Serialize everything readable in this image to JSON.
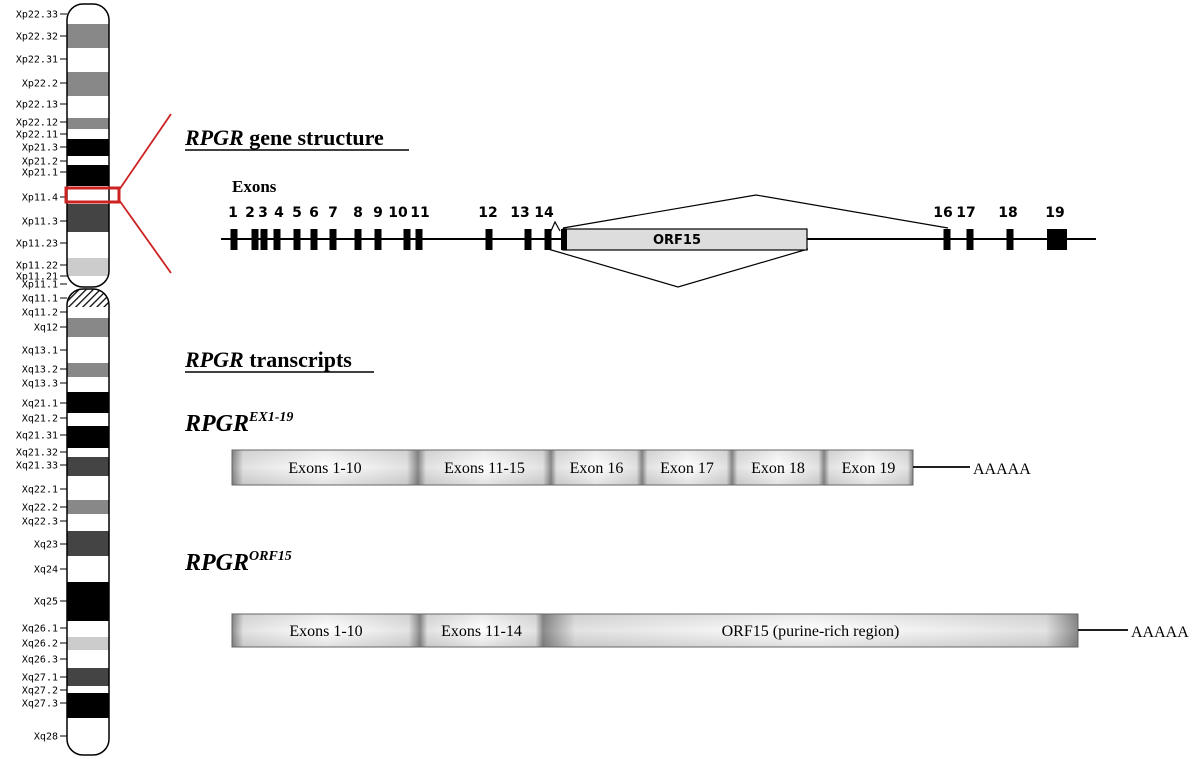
{
  "chromosome": {
    "bands": [
      {
        "label": "Xp22.33",
        "shade": "#ffffff"
      },
      {
        "label": "Xp22.32",
        "shade": "#888888"
      },
      {
        "label": "Xp22.31",
        "shade": "#ffffff"
      },
      {
        "label": "Xp22.2",
        "shade": "#888888"
      },
      {
        "label": "Xp22.13",
        "shade": "#ffffff"
      },
      {
        "label": "Xp22.12",
        "shade": "#888888"
      },
      {
        "label": "Xp22.11",
        "shade": "#ffffff"
      },
      {
        "label": "Xp21.3",
        "shade": "#000000"
      },
      {
        "label": "Xp21.2",
        "shade": "#ffffff"
      },
      {
        "label": "Xp21.1",
        "shade": "#000000"
      },
      {
        "label": "Xp11.4",
        "shade": "#ffffff"
      },
      {
        "label": "Xp11.3",
        "shade": "#444444"
      },
      {
        "label": "Xp11.23",
        "shade": "#ffffff"
      },
      {
        "label": "Xp11.22",
        "shade": "#cccccc"
      },
      {
        "label": "Xp11.21",
        "shade": "#ffffff"
      },
      {
        "label": "Xp11.1",
        "shade": "#ffffff"
      },
      {
        "label": "Xq11.1",
        "shade": "hatch"
      },
      {
        "label": "Xq11.2",
        "shade": "#ffffff"
      },
      {
        "label": "Xq12",
        "shade": "#888888"
      },
      {
        "label": "Xq13.1",
        "shade": "#ffffff"
      },
      {
        "label": "Xq13.2",
        "shade": "#888888"
      },
      {
        "label": "Xq13.3",
        "shade": "#ffffff"
      },
      {
        "label": "Xq21.1",
        "shade": "#000000"
      },
      {
        "label": "Xq21.2",
        "shade": "#ffffff"
      },
      {
        "label": "Xq21.31",
        "shade": "#000000"
      },
      {
        "label": "Xq21.32",
        "shade": "#ffffff"
      },
      {
        "label": "Xq21.33",
        "shade": "#444444"
      },
      {
        "label": "Xq22.1",
        "shade": "#ffffff"
      },
      {
        "label": "Xq22.2",
        "shade": "#888888"
      },
      {
        "label": "Xq22.3",
        "shade": "#ffffff"
      },
      {
        "label": "Xq23",
        "shade": "#444444"
      },
      {
        "label": "Xq24",
        "shade": "#ffffff"
      },
      {
        "label": "Xq25",
        "shade": "#000000"
      },
      {
        "label": "Xq26.1",
        "shade": "#ffffff"
      },
      {
        "label": "Xq26.2",
        "shade": "#cccccc"
      },
      {
        "label": "Xq26.3",
        "shade": "#ffffff"
      },
      {
        "label": "Xq27.1",
        "shade": "#444444"
      },
      {
        "label": "Xq27.2",
        "shade": "#ffffff"
      },
      {
        "label": "Xq27.3",
        "shade": "#000000"
      },
      {
        "label": "Xq28",
        "shade": "#ffffff"
      }
    ],
    "highlight_band": "Xp11.4",
    "highlight_color": "#cc2222"
  },
  "gene": {
    "title_italic": "RPGR",
    "title_rest": " gene structure",
    "exons_title": "Exons",
    "exon_numbers": [
      "1",
      "2",
      "3",
      "4",
      "5",
      "6",
      "7",
      "8",
      "9",
      "10",
      "11",
      "12",
      "13",
      "14",
      "16",
      "17",
      "18",
      "19"
    ],
    "orf_label": "ORF15"
  },
  "transcripts": {
    "title_italic": "RPGR",
    "title_rest": " transcripts",
    "items": [
      {
        "name": "RPGR",
        "superscript": "EX1-19",
        "segments": [
          "Exons 1-10",
          "Exons 11-15",
          "Exon 16",
          "Exon 17",
          "Exon 18",
          "Exon 19"
        ],
        "tail": "AAAAA"
      },
      {
        "name": "RPGR",
        "superscript": "ORF15",
        "segments": [
          "Exons 1-10",
          "Exons 11-14",
          "ORF15 (purine-rich region)"
        ],
        "tail": "AAAAA"
      }
    ]
  }
}
